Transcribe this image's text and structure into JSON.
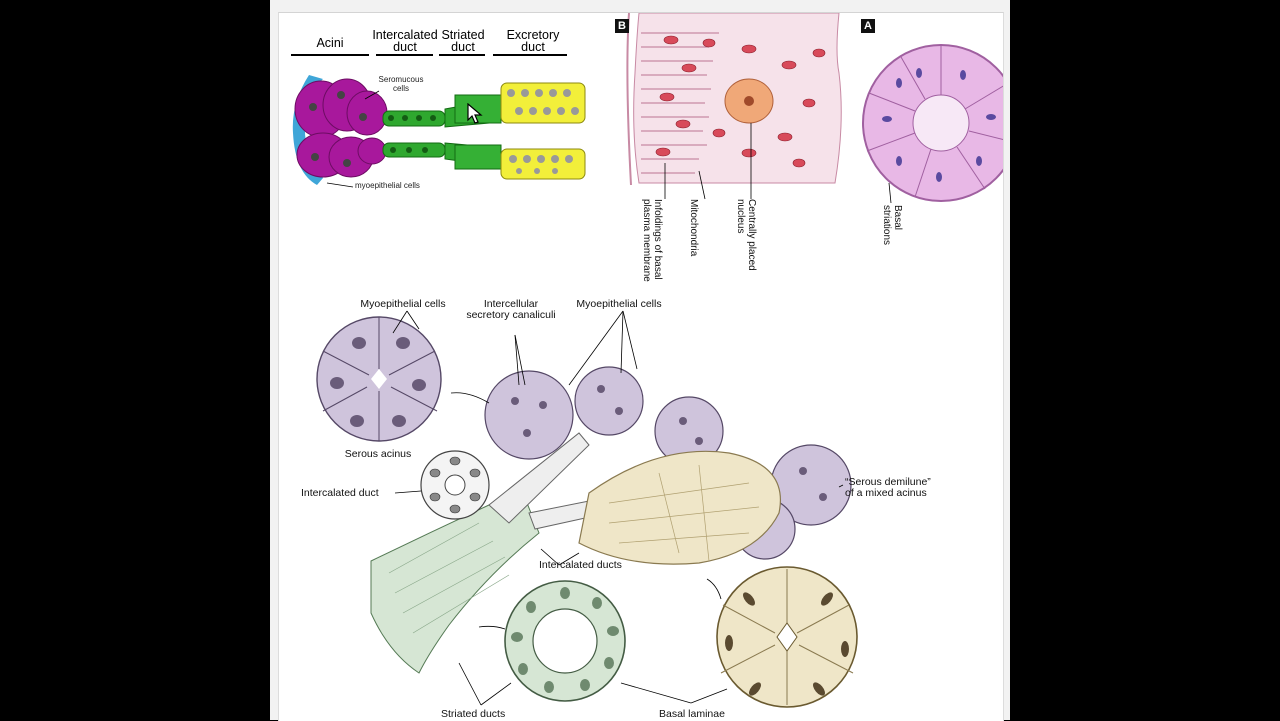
{
  "panel_top_left": {
    "headers": [
      "Acini",
      "Intercalated duct",
      "Striated duct",
      "Excretory duct"
    ],
    "label_seromucous": "Seromucous cells",
    "label_myoepithelial": "myoepithelial cells"
  },
  "panel_B": {
    "tag": "B",
    "labels": [
      "Infoldings of basal plasma membrane",
      "Mitochondria",
      "Centrally placed nucleus"
    ]
  },
  "panel_A": {
    "tag": "A",
    "label": "Basal striations"
  },
  "panel_bottom": {
    "labels": {
      "myo_left": "Myoepithelial cells",
      "intercellular": "Intercellular secretory canaliculi",
      "myo_right": "Myoepithelial cells",
      "serous_acinus": "Serous acinus",
      "intercalated_duct": "Intercalated duct",
      "serous_demilune": "“Serous demilune” of a mixed acinus",
      "intercalated_ducts": "Intercalated ducts",
      "striated_ducts": "Striated ducts",
      "basal_laminae": "Basal laminae"
    }
  },
  "colors": {
    "acini": "#a8189c",
    "myoepithelial": "#3fa6d8",
    "intercalated": "#2fa82f",
    "excretory": "#f2ef3a",
    "panel_A": "#e8b8e6",
    "serous": "#cfc4dc",
    "mucous": "#efe6c8",
    "striated": "#d6e6d4"
  }
}
